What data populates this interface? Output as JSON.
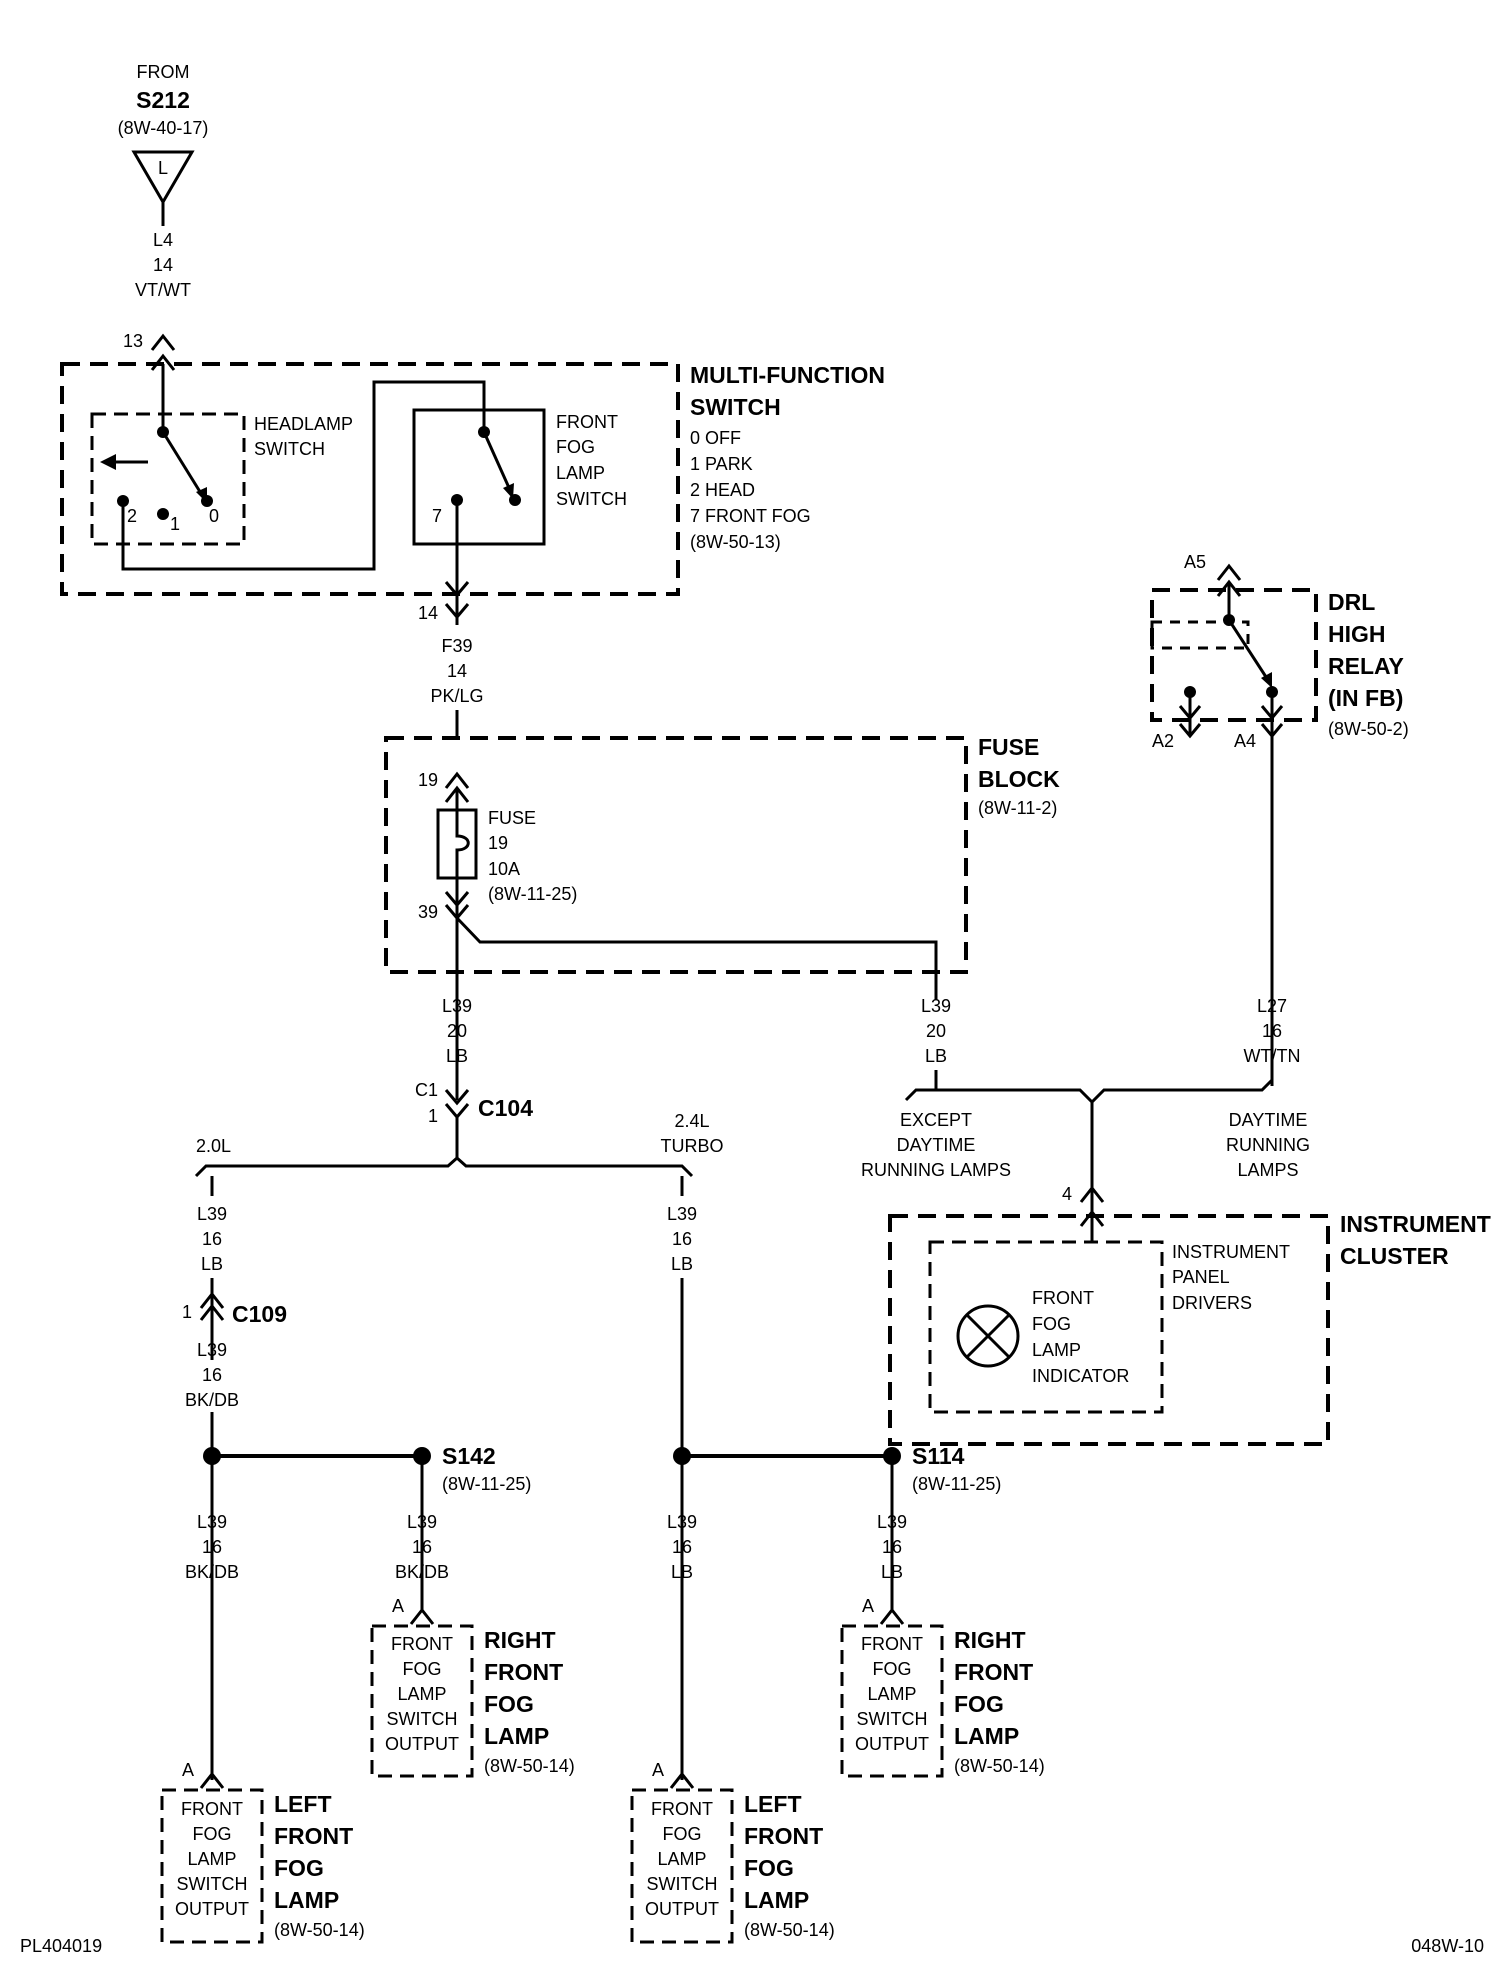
{
  "top_source": {
    "from": "FROM",
    "splice": "S212",
    "ref": "(8W-40-17)",
    "symbol_letter": "L"
  },
  "wire_top": {
    "circuit": "L4",
    "gauge": "14",
    "color": "VT/WT"
  },
  "mfs": {
    "pin_in": "13",
    "pin_out": "14",
    "title1": "MULTI-FUNCTION",
    "title2": "SWITCH",
    "positions": [
      "0 OFF",
      "1 PARK",
      "2 HEAD",
      "7 FRONT FOG"
    ],
    "ref": "(8W-50-13)",
    "headlamp1": "HEADLAMP",
    "headlamp2": "SWITCH",
    "hp2": "2",
    "hp1": "1",
    "hp0": "0",
    "fog1": "FRONT",
    "fog2": "FOG",
    "fog3": "LAMP",
    "fog4": "SWITCH",
    "fog_pin": "7"
  },
  "wire_f39": {
    "circuit": "F39",
    "gauge": "14",
    "color": "PK/LG"
  },
  "fuse_block": {
    "title1": "FUSE",
    "title2": "BLOCK",
    "ref": "(8W-11-2)",
    "pin_in": "19",
    "pin_out": "39",
    "fuse1": "FUSE",
    "fuse2": "19",
    "fuse3": "10A",
    "fuse4": "(8W-11-25)"
  },
  "drl": {
    "title1": "DRL",
    "title2": "HIGH",
    "title3": "RELAY",
    "title4": "(IN FB)",
    "ref": "(8W-50-2)",
    "a5": "A5",
    "a2": "A2",
    "a4": "A4"
  },
  "wire_l39_left": {
    "circuit": "L39",
    "gauge": "20",
    "color": "LB"
  },
  "wire_l39_mid": {
    "circuit": "L39",
    "gauge": "20",
    "color": "LB"
  },
  "wire_l27": {
    "circuit": "L27",
    "gauge": "16",
    "color": "WT/TN"
  },
  "c104": {
    "c1": "C1",
    "pin": "1",
    "name": "C104"
  },
  "branch_20": "2.0L",
  "branch_24a": "2.4L",
  "branch_24b": "TURBO",
  "except1": "EXCEPT",
  "except2": "DAYTIME",
  "except3": "RUNNING LAMPS",
  "drl_lbl1": "DAYTIME",
  "drl_lbl2": "RUNNING",
  "drl_lbl3": "LAMPS",
  "cluster": {
    "pin": "4",
    "title1": "INSTRUMENT",
    "title2": "CLUSTER",
    "drv1": "INSTRUMENT",
    "drv2": "PANEL",
    "drv3": "DRIVERS",
    "ind1": "FRONT",
    "ind2": "FOG",
    "ind3": "LAMP",
    "ind4": "INDICATOR"
  },
  "wire_l39_16_lb_a": {
    "circuit": "L39",
    "gauge": "16",
    "color": "LB"
  },
  "c109": {
    "pin": "1",
    "name": "C109"
  },
  "wire_l39_16_bkdb_a": {
    "circuit": "L39",
    "gauge": "16",
    "color": "BK/DB"
  },
  "s142": {
    "name": "S142",
    "ref": "(8W-11-25)"
  },
  "s114": {
    "name": "S114",
    "ref": "(8W-11-25)"
  },
  "wire_l39_16_lb_b": {
    "circuit": "L39",
    "gauge": "16",
    "color": "LB"
  },
  "wire_bot1": {
    "circuit": "L39",
    "gauge": "16",
    "color": "BK/DB"
  },
  "wire_bot2": {
    "circuit": "L39",
    "gauge": "16",
    "color": "BK/DB"
  },
  "wire_bot3": {
    "circuit": "L39",
    "gauge": "16",
    "color": "LB"
  },
  "wire_bot4": {
    "circuit": "L39",
    "gauge": "16",
    "color": "LB"
  },
  "lamp_rf1": {
    "pin": "A",
    "in1": "FRONT",
    "in2": "FOG",
    "in3": "LAMP",
    "in4": "SWITCH",
    "in5": "OUTPUT",
    "t1": "RIGHT",
    "t2": "FRONT",
    "t3": "FOG",
    "t4": "LAMP",
    "ref": "(8W-50-14)"
  },
  "lamp_rf2": {
    "pin": "A",
    "in1": "FRONT",
    "in2": "FOG",
    "in3": "LAMP",
    "in4": "SWITCH",
    "in5": "OUTPUT",
    "t1": "RIGHT",
    "t2": "FRONT",
    "t3": "FOG",
    "t4": "LAMP",
    "ref": "(8W-50-14)"
  },
  "lamp_lf1": {
    "pin": "A",
    "in1": "FRONT",
    "in2": "FOG",
    "in3": "LAMP",
    "in4": "SWITCH",
    "in5": "OUTPUT",
    "t1": "LEFT",
    "t2": "FRONT",
    "t3": "FOG",
    "t4": "LAMP",
    "ref": "(8W-50-14)"
  },
  "lamp_lf2": {
    "pin": "A",
    "in1": "FRONT",
    "in2": "FOG",
    "in3": "LAMP",
    "in4": "SWITCH",
    "in5": "OUTPUT",
    "t1": "LEFT",
    "t2": "FRONT",
    "t3": "FOG",
    "t4": "LAMP",
    "ref": "(8W-50-14)"
  },
  "footer_left": "PL404019",
  "footer_right": "048W-10"
}
